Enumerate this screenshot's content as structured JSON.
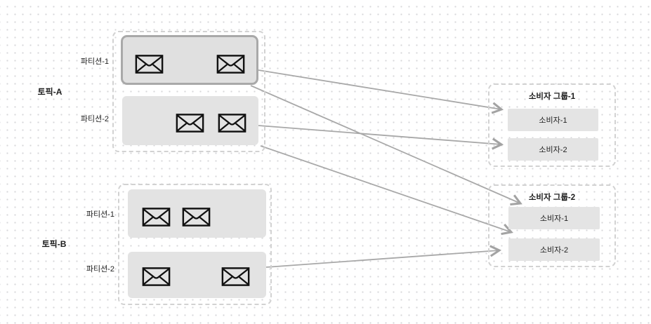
{
  "diagram": {
    "topics": [
      {
        "label": "토픽-A",
        "partitions": [
          {
            "label": "파티션-1",
            "selected": true,
            "message_count": 2
          },
          {
            "label": "파티션-2",
            "selected": false,
            "message_count": 2
          }
        ]
      },
      {
        "label": "토픽-B",
        "partitions": [
          {
            "label": "파티션-1",
            "selected": false,
            "message_count": 2
          },
          {
            "label": "파티션-2",
            "selected": false,
            "message_count": 2
          }
        ]
      }
    ],
    "consumer_groups": [
      {
        "title": "소비자 그룹-1",
        "consumers": [
          {
            "label": "소비자-1"
          },
          {
            "label": "소비자-2"
          }
        ]
      },
      {
        "title": "소비자 그룹-2",
        "consumers": [
          {
            "label": "소비자-1"
          },
          {
            "label": "소비자-2"
          }
        ]
      }
    ],
    "connections": [
      {
        "from": "토픽-A/파티션-1",
        "to": "소비자 그룹-1/소비자-1"
      },
      {
        "from": "토픽-A/파티션-1",
        "to": "소비자 그룹-2/소비자-1"
      },
      {
        "from": "토픽-A/파티션-2",
        "to": "소비자 그룹-1/소비자-2"
      },
      {
        "from": "토픽-A/파티션-2",
        "to": "소비자 그룹-2/소비자-2"
      },
      {
        "from": "토픽-B/파티션-2",
        "to": "소비자 그룹-2/소비자-2"
      }
    ],
    "icons": {
      "message": "envelope-icon"
    },
    "colors": {
      "node_fill": "#e3e3e3",
      "selected_border": "#a9a9a9",
      "dashed_border": "#d2d2d2",
      "arrow": "#a3a3a3",
      "text": "#1c1c1c",
      "background": "#ffffff",
      "grid_dot": "#d7d7da"
    }
  }
}
